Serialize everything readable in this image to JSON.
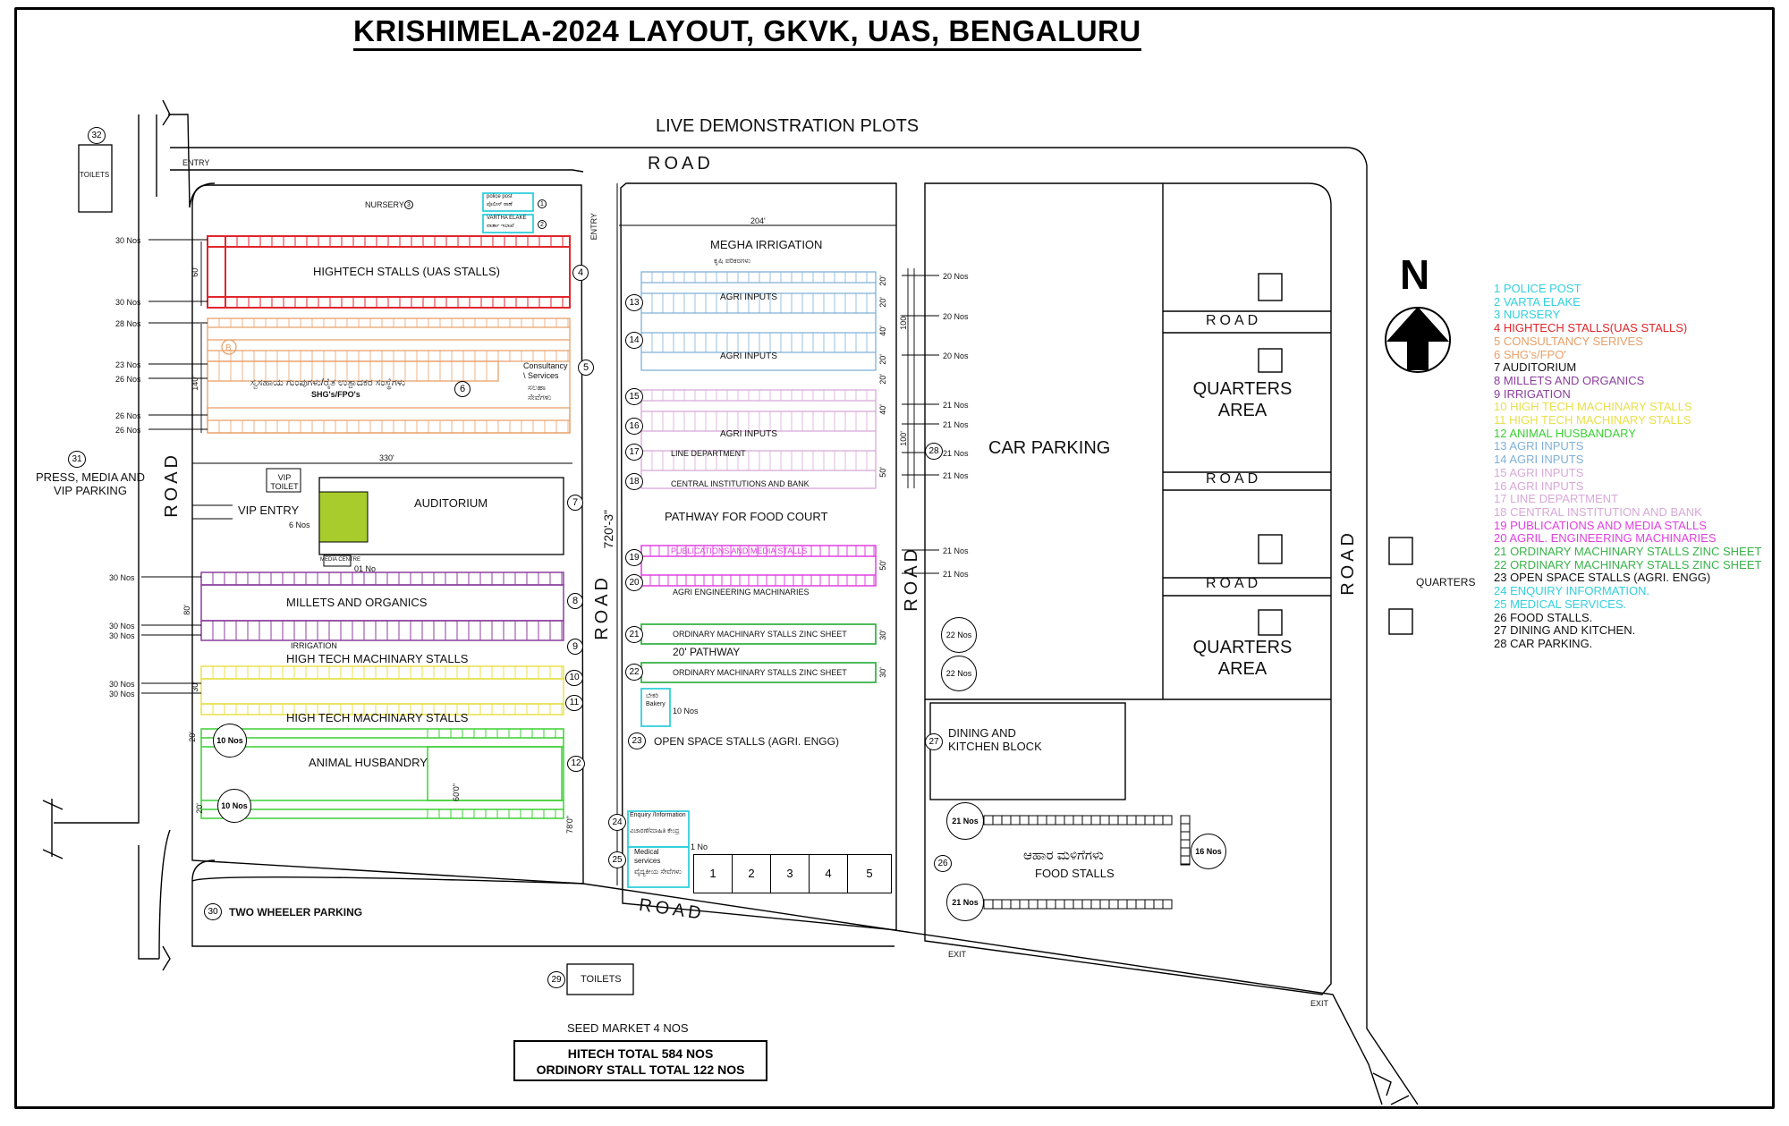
{
  "title": "KRISHIMELA-2024 LAYOUT, GKVK, UAS, BENGALURU",
  "header": "LIVE DEMONSTRATION PLOTS",
  "roads": {
    "top": "ROAD",
    "bottom": "ROAD",
    "left": "ROAD",
    "center": "ROAD",
    "middle": "ROAD",
    "right": "ROAD",
    "quarters_1": "ROAD",
    "quarters_2": "ROAD",
    "quarters_3": "ROAD"
  },
  "labels": {
    "entry": "ENTRY",
    "entry_vertical": "ENTRY",
    "vip_entry": "VIP ENTRY",
    "vip_toilet": "VIP TOILET",
    "nursery": "NURSERY",
    "police_post": "police post",
    "police_post_kn": "ಪೊಲೀಸ್ ಠಾಣೆ",
    "vartha_elake": "VARTHA ELAKE",
    "vartha_elake_kn": "ವಾರ್ತಾ ಇಲಾಖೆ",
    "hightech_stalls": "HIGHTECH STALLS (UAS STALLS)",
    "shg_kn": "ಸ್ವಸಹಾಯ ಗುಂಪುಗಳು/ರೈತ ಉತ್ಪಾದಕರ ಸಂಸ್ಥೆಗಳು",
    "shg": "SHG's/FPO's",
    "consultancy": "Consultancy \\ Services",
    "consultancy_kn": "ಸಲಹಾ ಸೇವೆಗಳು",
    "auditorium": "AUDITORIUM",
    "media_centre": "MEDIA CENTRE",
    "one_no": "01 No",
    "six_nos": "6 Nos",
    "millets": "MILLETS AND ORGANICS",
    "irrigation": "IRRIGATION",
    "htm1": "HIGH TECH MACHINARY STALLS",
    "htm2": "HIGH TECH MACHINARY STALLS",
    "animal": "ANIMAL HUSBANDRY",
    "press": "PRESS, MEDIA AND VIP PARKING",
    "toilets_left": "TOILETS",
    "toilets_bottom": "TOILETS",
    "two_wheeler": "TWO WHEELER PARKING",
    "seed_market": "SEED MARKET 4 NOS",
    "megha": "MEGHA IRRIGATION",
    "krishi_kn": "ಕೃಷಿ ಪರಿಕರಗಳು",
    "agri_inputs_1": "AGRI INPUTS",
    "agri_inputs_2": "AGRI INPUTS",
    "agri_inputs_3": "AGRI INPUTS",
    "line_dept": "LINE DEPARTMENT",
    "central": "CENTRAL INSTITUTIONS AND BANK",
    "pathway_food": "PATHWAY FOR FOOD COURT",
    "publications": "PUBLICATIONS AND MEDIA STALLS",
    "agri_engg": "AGRI ENGINEERING MACHINARIES",
    "ordinary_1": "ORDINARY MACHINARY STALLS ZINC SHEET",
    "ordinary_2": "ORDINARY MACHINARY STALLS ZINC SHEET",
    "pathway_20": "20' PATHWAY",
    "bakery": "ಬೇಕರಿ Bakery",
    "ten_nos": "10 Nos",
    "open_space": "OPEN SPACE STALLS (AGRI. ENGG)",
    "enquiry": "Enquiry /Information",
    "enquiry_kn": "ವಿಚಾರಣೆ/ಮಾಹಿತಿ ಕೇಂದ್ರ",
    "medical": "Medical services",
    "medical_kn": "ವೈದ್ಯಕೀಯ ಸೇವೆಗಳು",
    "one_no_b": "1 No",
    "car_parking": "CAR PARKING",
    "quarters_area_1": "QUARTERS AREA",
    "quarters_area_2": "QUARTERS AREA",
    "quarters": "QUARTERS",
    "dining": "DINING AND KITCHEN BLOCK",
    "food_kn": "ಆಹಾರ ಮಳಿಗೆಗಳು",
    "food_stalls": "FOOD STALLS",
    "exit_1": "EXIT",
    "exit_2": "EXIT",
    "total_hitech": "HITECH TOTAL 584 NOS",
    "total_ordinary": "ORDINORY STALL TOTAL 122 NOS",
    "north": "N"
  },
  "dimensions": {
    "d330": "330'",
    "d204": "204'",
    "d720": "720'-3\"",
    "d60": "60'",
    "d140": "140'",
    "d80": "80'",
    "d30": "30'",
    "d20a": "20'",
    "d20b": "20'",
    "d600": "60'0\"",
    "d780": "78'0\"",
    "d100a": "100'",
    "d100b": "100'",
    "d40a": "40'",
    "d40b": "40'",
    "d20c": "20'",
    "d20d": "20'",
    "d20e": "20'",
    "d20f": "20'",
    "d50a": "50'",
    "d50b": "50'",
    "d30a": "30'",
    "d30b": "30'"
  },
  "counts_left": [
    "30 Nos",
    "30 Nos",
    "28 Nos",
    "23 Nos",
    "26 Nos",
    "26 Nos",
    "26 Nos",
    "30 Nos",
    "30 Nos",
    "30 Nos",
    "30 Nos",
    "30 Nos"
  ],
  "counts_mid": [
    "20 Nos",
    "20 Nos",
    "20 Nos",
    "21 Nos",
    "21 Nos",
    "21 Nos",
    "21 Nos",
    "21 Nos",
    "21 Nos"
  ],
  "circle_counts": {
    "c10a": "10 Nos",
    "c10b": "10 Nos",
    "c22a": "22 Nos",
    "c22b": "22 Nos",
    "c21a": "21 Nos",
    "c21b": "21 Nos",
    "c16": "16 Nos"
  },
  "numbers": [
    "1",
    "2",
    "3",
    "4",
    "5",
    "6",
    "7",
    "8",
    "9",
    "10",
    "11",
    "12",
    "13",
    "14",
    "15",
    "16",
    "17",
    "18",
    "19",
    "20",
    "21",
    "22",
    "23",
    "24",
    "25",
    "26",
    "27",
    "28",
    "29",
    "30",
    "31",
    "32"
  ],
  "seed_boxes": [
    "1",
    "2",
    "3",
    "4",
    "5"
  ],
  "stall_colors": {
    "hightech": "#e0262b",
    "shg": "#e8a06a",
    "millets": "#8b3f9e",
    "htm": "#e8e04a",
    "animal": "#3ccf34",
    "agri": "#7fb0d8",
    "line": "#d8a8d8",
    "publications": "#e040e0",
    "ordinary": "#3ab34a",
    "cyan": "#33d0dd",
    "auditorium_fill": "#a7cc2b"
  },
  "legend": [
    {
      "text": "1   POLICE POST",
      "color": "#33d0dd"
    },
    {
      "text": "2   VARTA ELAKE",
      "color": "#33d0dd"
    },
    {
      "text": "3   NURSERY",
      "color": "#33d0dd"
    },
    {
      "text": "4   HIGHTECH STALLS(UAS STALLS)",
      "color": "#e0262b"
    },
    {
      "text": "5   CONSULTANCY SERIVES",
      "color": "#e8a06a"
    },
    {
      "text": "6   SHG's/FPO'",
      "color": "#e8a06a"
    },
    {
      "text": "7   AUDITORIUM",
      "color": "#111111"
    },
    {
      "text": "8   MILLETS AND ORGANICS",
      "color": "#8b3f9e"
    },
    {
      "text": "9   IRRIGATION",
      "color": "#8b3f9e"
    },
    {
      "text": "10  HIGH TECH MACHINARY STALLS",
      "color": "#e8e04a"
    },
    {
      "text": "11  HIGH TECH MACHINARY STALLS",
      "color": "#e8e04a"
    },
    {
      "text": "12  ANIMAL HUSBANDARY",
      "color": "#3ccf34"
    },
    {
      "text": "13  AGRI INPUTS",
      "color": "#7fb0d8"
    },
    {
      "text": "14  AGRI INPUTS",
      "color": "#7fb0d8"
    },
    {
      "text": "15  AGRI INPUTS",
      "color": "#d8a8d8"
    },
    {
      "text": "16  AGRI INPUTS",
      "color": "#d8a8d8"
    },
    {
      "text": "17  LINE DEPARTMENT",
      "color": "#d8a8d8"
    },
    {
      "text": "18  CENTRAL INSTITUTION AND BANK",
      "color": "#d8a8d8"
    },
    {
      "text": "19  PUBLICATIONS AND MEDIA STALLS",
      "color": "#e040e0"
    },
    {
      "text": "20  AGRIL. ENGINEERING MACHINARIES",
      "color": "#e040e0"
    },
    {
      "text": "21  ORDINARY MACHINARY STALLS ZINC SHEET",
      "color": "#3ab34a"
    },
    {
      "text": "22  ORDINARY MACHINARY STALLS ZINC SHEET",
      "color": "#3ab34a"
    },
    {
      "text": "23  OPEN SPACE STALLS (AGRI. ENGG)",
      "color": "#111111"
    },
    {
      "text": "24  ENQUIRY INFORMATION.",
      "color": "#33d0dd"
    },
    {
      "text": "25  MEDICAL SERVICES.",
      "color": "#33d0dd"
    },
    {
      "text": "26  FOOD STALLS.",
      "color": "#111111"
    },
    {
      "text": "27  DINING AND KITCHEN.",
      "color": "#111111"
    },
    {
      "text": "28  CAR PARKING.",
      "color": "#111111"
    }
  ]
}
